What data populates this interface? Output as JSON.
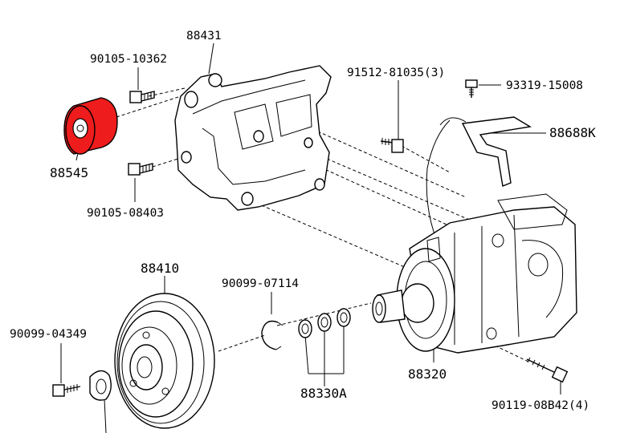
{
  "diagram": {
    "part_labels": {
      "bracket": "88431",
      "bolt_upper_left": "90105-10362",
      "bolt_lower_left": "90105-08403",
      "idler_pulley": "88545",
      "bolt_bracket_right": "91512-81035(3)",
      "screw_top": "93319-15008",
      "wire_bracket": "88688K",
      "clutch_pulley": "88410",
      "snap_ring": "90099-07114",
      "bolt_clutch": "90099-04349",
      "shims": "88330A",
      "compressor": "88320",
      "bolt_compressor": "90119-08B42(4)"
    },
    "colors": {
      "highlight": "#ee1c1c",
      "line": "#000000"
    }
  }
}
